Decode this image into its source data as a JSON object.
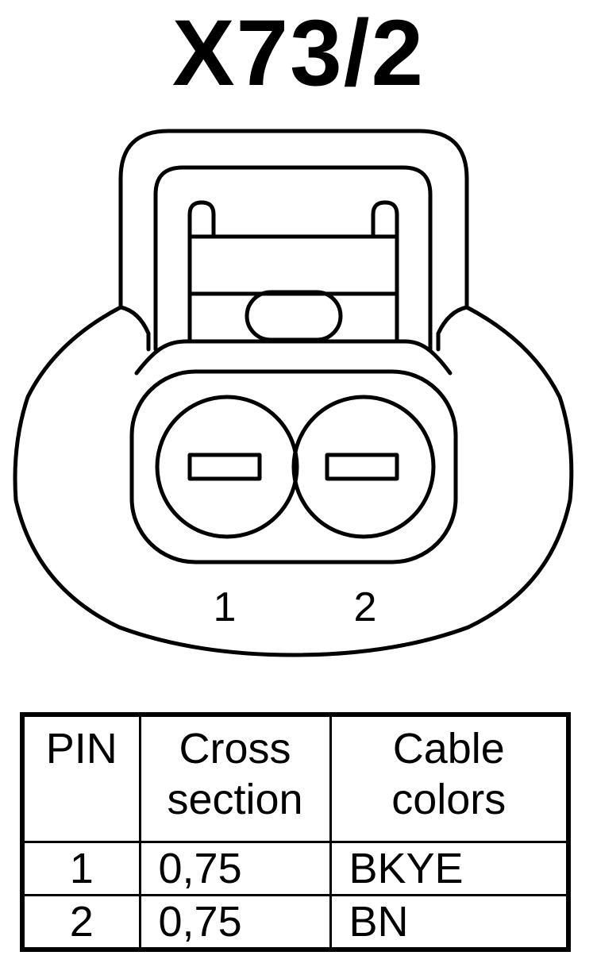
{
  "connector": {
    "title": "X73/2",
    "pin_labels": [
      "1",
      "2"
    ]
  },
  "table": {
    "headers": {
      "pin": "PIN",
      "cross_section": [
        "Cross",
        "section"
      ],
      "cable_colors": [
        "Cable",
        "colors"
      ]
    },
    "rows": [
      {
        "pin": "1",
        "cross_section": "0,75",
        "cable_color": "BKYE"
      },
      {
        "pin": "2",
        "cross_section": "0,75",
        "cable_color": "BN"
      }
    ]
  },
  "colors": {
    "line": "#000000",
    "background": "#ffffff"
  }
}
